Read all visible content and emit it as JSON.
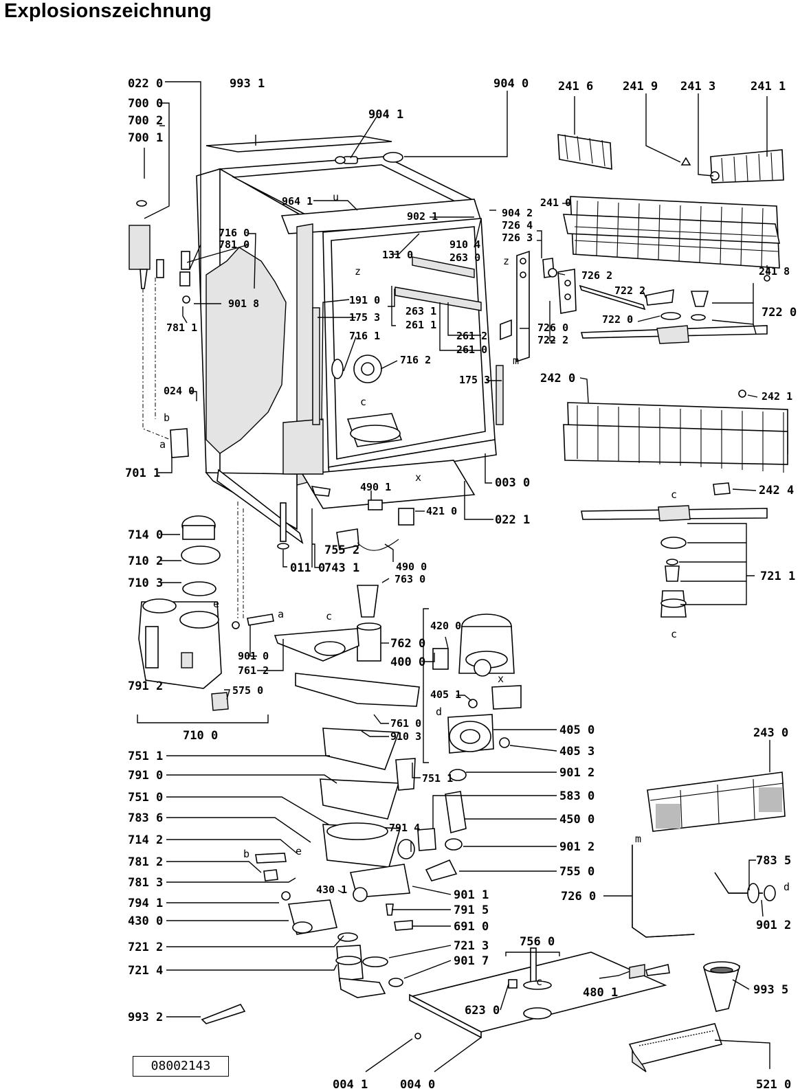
{
  "title": "Explosionszeichnung",
  "document_code": "08002143",
  "part_labels": {
    "p0220": "022 0",
    "p9931": "993 1",
    "p9041": "904 1",
    "p9040": "904 0",
    "p2416": "241 6",
    "p2419": "241 9",
    "p2413": "241 3",
    "p2411": "241 1",
    "p7000": "700 0",
    "p7002": "700 2",
    "p7001": "700 1",
    "p9641": "964 1",
    "p9021": "902 1",
    "p9042": "904 2",
    "p2410": "241 0",
    "p7264": "726 4",
    "p7263": "726 3",
    "p7160": "716 0",
    "p7810": "781 0",
    "p1310": "131 0",
    "p9104": "910 4",
    "p2630": "263 0",
    "p7262": "726 2",
    "p2418": "241 8",
    "p9018": "901 8",
    "p7811": "781 1",
    "p7222a": "722 2",
    "p7220a": "722 0",
    "p7220b": "722 0",
    "p1910": "191 0",
    "p1753a": "175 3",
    "p2631": "263 1",
    "p2611": "261 1",
    "p2612": "261 2",
    "p2610": "261 0",
    "p7260a": "726 0",
    "p7222b": "722 2",
    "p7161": "716 1",
    "p7162": "716 2",
    "p1753b": "175 3",
    "p2420": "242 0",
    "p2421": "242 1",
    "p0240": "024 0",
    "p7011": "701 1",
    "p0030": "003 0",
    "p4901": "490 1",
    "p4210": "421 0",
    "p0221": "022 1",
    "p2424": "242 4",
    "p7140": "714 0",
    "p7102": "710 2",
    "p7103": "710 3",
    "p0110": "011 0",
    "p7552": "755 2",
    "p7431": "743 1",
    "p4900": "490 0",
    "p7630": "763 0",
    "p7211": "721 1",
    "p9010": "901 0",
    "p7612": "761 2",
    "p7620": "762 0",
    "p4000": "400 0",
    "p4200": "420 0",
    "p7912": "791 2",
    "p5750": "575 0",
    "p4051": "405 1",
    "p7100": "710 0",
    "p7610": "761 0",
    "p9103": "910 3",
    "p4050": "405 0",
    "p4053": "405 3",
    "p2430": "243 0",
    "p7511a": "751 1",
    "p7511b": "751 1",
    "p9012a": "901 2",
    "p7910": "791 0",
    "p7510": "751 0",
    "p5830": "583 0",
    "p7836": "783 6",
    "p4500": "450 0",
    "p7142": "714 2",
    "p7914": "791 4",
    "p9012b": "901 2",
    "p7812": "781 2",
    "p7550": "755 0",
    "p7835": "783 5",
    "p7813": "781 3",
    "p4301": "430 1",
    "p9011": "901 1",
    "p7260b": "726 0",
    "p7941": "794 1",
    "p7915": "791 5",
    "p4300": "430 0",
    "p6910": "691 0",
    "p9012c": "901 2",
    "p7212": "721 2",
    "p7213": "721 3",
    "p7560": "756 0",
    "p7214": "721 4",
    "p9017": "901 7",
    "p4801": "480 1",
    "p9935": "993 5",
    "p6230": "623 0",
    "p9932": "993 2",
    "p0041": "004 1",
    "p0040": "004 0",
    "p5210": "521 0"
  },
  "letter_marks": {
    "b1": "b",
    "a1": "a",
    "c1": "c",
    "z1": "z",
    "z2": "z",
    "x1": "x",
    "u1": "u",
    "m1": "m",
    "c2": "c",
    "e1": "e",
    "a2": "a",
    "c3": "c",
    "x2": "x",
    "d1": "d",
    "c4": "c",
    "b2": "b",
    "e2": "e",
    "m2": "m",
    "d2": "d",
    "c5": "c"
  }
}
